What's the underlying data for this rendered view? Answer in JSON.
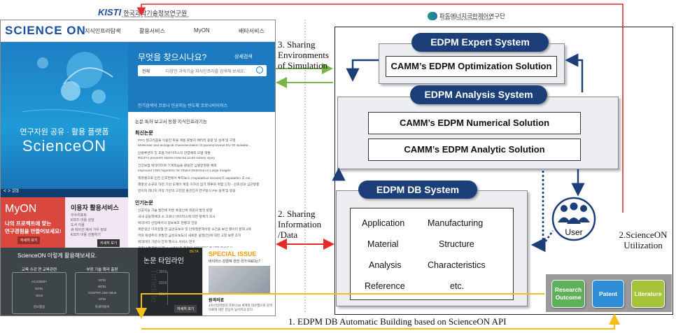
{
  "logos": {
    "kisti_mark": "KISTI",
    "kisti_name": "한국과학기술정보연구원",
    "kisti_eng": "Korea Institute of Science and Technology Information",
    "center_name": "파동에너지극한제어연구단",
    "center_eng": "Center for Advanced Meta-Materials"
  },
  "scienceon": {
    "logo": "SCIENCE ON",
    "nav": [
      "지식인프라탐색",
      "활용서비스",
      "MyON",
      "배타서비스"
    ],
    "hero_subtitle": "연구자원 공유 · 활용 플랫폼",
    "hero_title": "ScienceON",
    "pager": "< > 2/3",
    "search_title": "무엇을 찾으시나요?",
    "search_link": "상세검색",
    "search_select": "전체",
    "search_placeholder": "다양한 과학기술 지식인프라를 검색해 보세요.",
    "search_tabs": "인기검색어   코로나   인공지능   반도체   코로나바이러스",
    "news_tabs": "논문   특허   보고서   동향   지식인프라기능",
    "latest_title": "최신논문",
    "latest_items": [
      "PPO 필고리즘을 이용한 화물 계통 출발지 배터리 용량 및 설계 및 구현",
      "Molecular and biological characterization of paramyxovirus EU-40 isolated...",
      "인플루엔자 및 호흡기바이러스의 감염예측 모델 개발",
      "Rb1Pro prevents sepsis induced acute kidney injury",
      "건강보험 빅데이터와 기계학습을 활용한 심혈관질환 예측",
      "Improved CNN Algorithm for Object Detection in Large Images",
      "해파렐으로 인한 단초현에서 투자보스 (Aspalathus linearis)의 aspalathin 조 ext...",
      "해열성 소규모 하천 기반 오제이 계층 이하의 잠기 해투화 위험 인자 - 선호성과 심근병증",
      "먼지와 데너지 저장 기반의 고전압 출관전자 연구방식 PM 설계 및 방응"
    ],
    "popular_title": "인기논문",
    "popular_items": [
      "인공지능 기술 발전에 따른 특정인체 위원의 발전 방향",
      "국내 공동학예과 소 고로나 바이러스에 대한 항체가 조사",
      "빅데이터 산업에서의 정보보호 현황과 전망",
      "계분생산 이자일형 한 금성오보의 및 단백질분해석정 소간을 보인 병아리 분화 3례",
      "머릿 재생주의 유발한 금성오보도의 새로운 설행(전)에 대한 고찰 보존 조치",
      "빅데이터 기반의 전자 헬시스 서비스 연구",
      "코로나 발견법(인재) 1 4 바이 및 질적의 어링재지도에 대한 전산모사",
      "빅데이터 활용 현황",
      "인공지능 전진"
    ],
    "myon_logo": "MyON",
    "myon_text": "나의 프로젝트에 맞는\n연구경험을 만들어보세요!",
    "myon_btn": "자세히 보기",
    "service_title": "이용자 활용서비스",
    "service_lines": [
      "우수리포트",
      "KISTI 이용 상담",
      "도서 이용",
      "큐 레이션 예서 가우 정보",
      "KISTI 이용 산정하기"
    ],
    "service_btn": "자세히 보기",
    "howto_title": "ScienceON 이렇게 활용해보세요.",
    "howto_left_title": "교육 수강 연 교육관련",
    "howto_left_rows": [
      "ACADEMY",
      "NDSL",
      "SCM"
    ],
    "howto_left_btn": "정보활용",
    "howto_right_title": "부장 기술 확러 출판",
    "howto_right_rows": [
      "NTIS",
      "NDSL",
      "CONTRA    Stat Value",
      "NTIS"
    ],
    "howto_right_btn": "자세히에서",
    "timeline_title": "논문 타임라인",
    "timeline_word": "Timeline",
    "timeline_beta": "BETA",
    "timeline_years": [
      "2019",
      "2018",
      "2017"
    ],
    "timeline_btn": "자세히 보기",
    "special_title": "SPECIAL ISSUE",
    "special_sub": "바이러스 감염에 관한 국가 R&D는?",
    "special_name": "원격의료",
    "special_line": "4차산업혁명과 코로나19 세계적 대유행으로 원격의료에 대한 관심이 높아지고 있다."
  },
  "diagram": {
    "expert_system": "EDPM Expert System",
    "expert_solution": "CAMM’s EDPM Optimization Solution",
    "analysis_system": "EDPM Analysis System",
    "numerical_solution": "CAMM’s EDPM Numerical Solution",
    "analytic_solution": "CAMM’s EDPM Analytic Solution",
    "db_system": "EDPM DB System",
    "db_items": [
      "Application",
      "Manufacturing",
      "Material",
      "Structure",
      "Analysis",
      "Characteristics",
      "Reference",
      "etc."
    ],
    "user_label": "User",
    "sources": [
      "Research Outcome",
      "Patent",
      "Literature"
    ]
  },
  "labels": {
    "sharing_env": [
      "3. Sharing",
      "Environments",
      "of Simulation"
    ],
    "sharing_info": [
      "2. Sharing",
      "Information",
      "/Data"
    ],
    "utilization": [
      "2.ScienceON",
      "Utilization"
    ],
    "api_building": "1. EDPM DB Automatic Building based on ScienceON API"
  },
  "colors": {
    "pill": "#1c3f7a",
    "arrow_navy": "#1c3f7a",
    "arrow_green": "#79b64a",
    "arrow_red": "#e32b2b",
    "arrow_yellow": "#f4be1a",
    "research": "#5fb05a",
    "patent": "#2e8ed8",
    "literature": "#a6c43a"
  }
}
